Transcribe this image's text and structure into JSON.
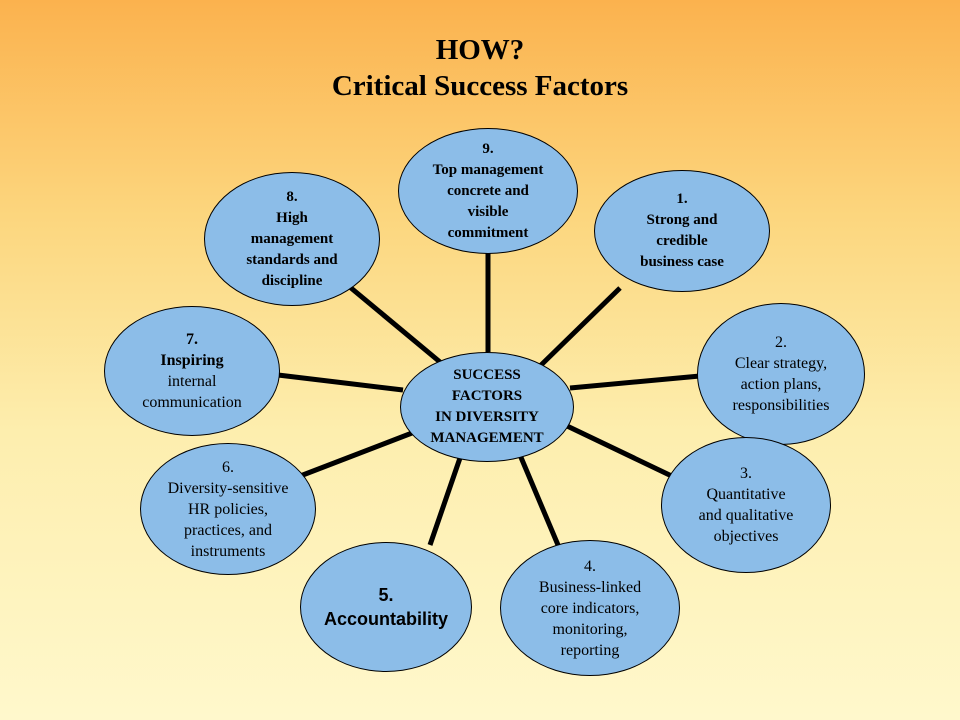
{
  "title": {
    "line1": "HOW?",
    "line2": "Critical Success Factors"
  },
  "colors": {
    "node_fill": "#8cbde8",
    "connector": "#000000",
    "background_top": "#fbb24e",
    "background_bottom": "#fff8cc"
  },
  "center": {
    "lines": [
      "SUCCESS",
      "FACTORS",
      "IN DIVERSITY",
      "MANAGEMENT"
    ]
  },
  "factors": [
    {
      "number": "1.",
      "lines": [
        "Strong and",
        "credible",
        "business case"
      ]
    },
    {
      "number": "2.",
      "lines": [
        "Clear strategy,",
        "action plans,",
        "responsibilities"
      ]
    },
    {
      "number": "3.",
      "lines": [
        "Quantitative",
        "and qualitative",
        "objectives"
      ]
    },
    {
      "number": "4.",
      "lines": [
        "Business-linked",
        "core indicators,",
        "monitoring,",
        "reporting"
      ]
    },
    {
      "number": "5.",
      "lines": [
        "Accountability"
      ]
    },
    {
      "number": "6.",
      "lines": [
        "Diversity-sensitive",
        "HR policies,",
        "practices, and",
        "instruments"
      ]
    },
    {
      "number": "7.",
      "lines": [
        "Inspiring",
        "internal",
        "communication"
      ]
    },
    {
      "number": "8.",
      "lines": [
        "High",
        "management",
        "standards and",
        "discipline"
      ]
    },
    {
      "number": "9.",
      "lines": [
        "Top management",
        "concrete and",
        "visible",
        "commitment"
      ]
    }
  ]
}
